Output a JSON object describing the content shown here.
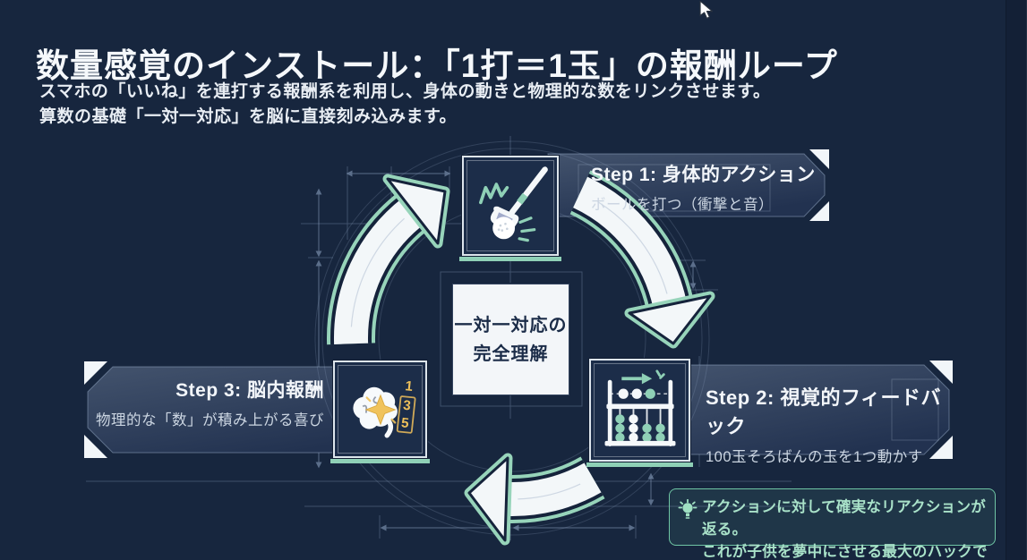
{
  "slide": {
    "title": "数量感覚のインストール：「1打＝1玉」の報酬ループ",
    "subtitle_line1": "スマホの「いいね」を連打する報酬系を利用し、身体の動きと物理的な数をリンクさせます。",
    "subtitle_line2": "算数の基礎「一対一対応」を脳に直接刻み込みます。"
  },
  "loop": {
    "direction": "clockwise",
    "center": {
      "line1": "一対一対応の",
      "line2": "完全理解"
    },
    "steps": [
      {
        "title": "Step 1: 身体的アクション",
        "description": "ボールを打つ（衝撃と音）",
        "icon": "golf-club-ball-icon"
      },
      {
        "title": "Step 2: 視覚的フィードバック",
        "description": "100玉そろばんの玉を1つ動かす",
        "icon": "abacus-icon"
      },
      {
        "title": "Step 3: 脳内報酬",
        "description": "物理的な「数」が積み上がる喜び",
        "icon": "brain-sparkle-icon",
        "badge_digits": [
          "1",
          "3",
          "5"
        ]
      }
    ]
  },
  "callout": {
    "icon": "lightbulb-icon",
    "line1": "アクションに対して確実なリアクションが返る。",
    "line2": "これが子供を夢中にさせる最大のハックです。"
  },
  "colors": {
    "background": "#17263E",
    "mint": "#97D4BA",
    "gold": "#EEC05A",
    "arrow_white": "#F3F7F9",
    "banner_fill_top": "#43536D",
    "banner_fill_bottom": "#223250",
    "callout_border": "#6FC5A4",
    "callout_text": "#A9E2C9",
    "center_box_bg": "#F3F6F9",
    "center_box_text": "#1B2C48"
  }
}
